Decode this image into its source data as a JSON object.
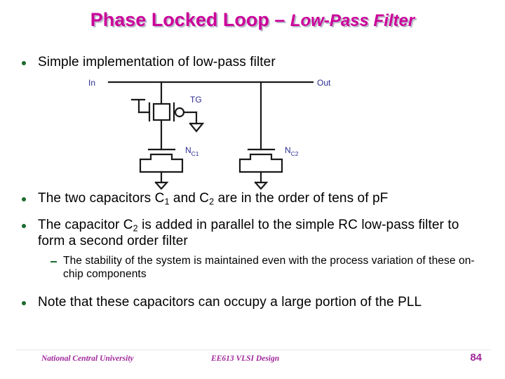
{
  "slide": {
    "title_main": "Phase Locked Loop – ",
    "title_italic": "Low-Pass Filter",
    "title_color": "#CC0099",
    "title_shadow_color": "#b9b9c9"
  },
  "bullets": [
    {
      "level": 1,
      "marker": "dot",
      "text": "Simple implementation of low-pass filter"
    },
    {
      "level": 1,
      "marker": "dot",
      "text_html": "The two capacitors C<sub>1</sub> and C<sub>2</sub> are in the order of tens of pF",
      "text": "The two capacitors C1 and C2 are in the order of tens of pF"
    },
    {
      "level": 1,
      "marker": "dot",
      "text_html": "The capacitor C<sub>2</sub> is added in parallel to the simple RC low-pass filter to form a second order filter",
      "text": "The capacitor C2 is added in parallel to the simple RC low-pass filter to form a second order filter"
    },
    {
      "level": 2,
      "marker": "dash",
      "text": "The stability of the system is maintained even with the process variation of these on-chip components"
    },
    {
      "level": 1,
      "marker": "dot",
      "text": "Note that these capacitors can occupy a large portion of the PLL"
    }
  ],
  "circuit": {
    "label_in": "In",
    "label_out": "Out",
    "label_tg": "TG",
    "label_nc1_base": "N",
    "label_nc1_sub": "C1",
    "label_nc2_base": "N",
    "label_nc2_sub": "C2",
    "wire_color": "#1a1a1a",
    "label_color": "#2b2b8f"
  },
  "footer": {
    "left": "National Central University",
    "center": "EE613 VLSI Design",
    "page": "84",
    "color": "#A0279B"
  }
}
